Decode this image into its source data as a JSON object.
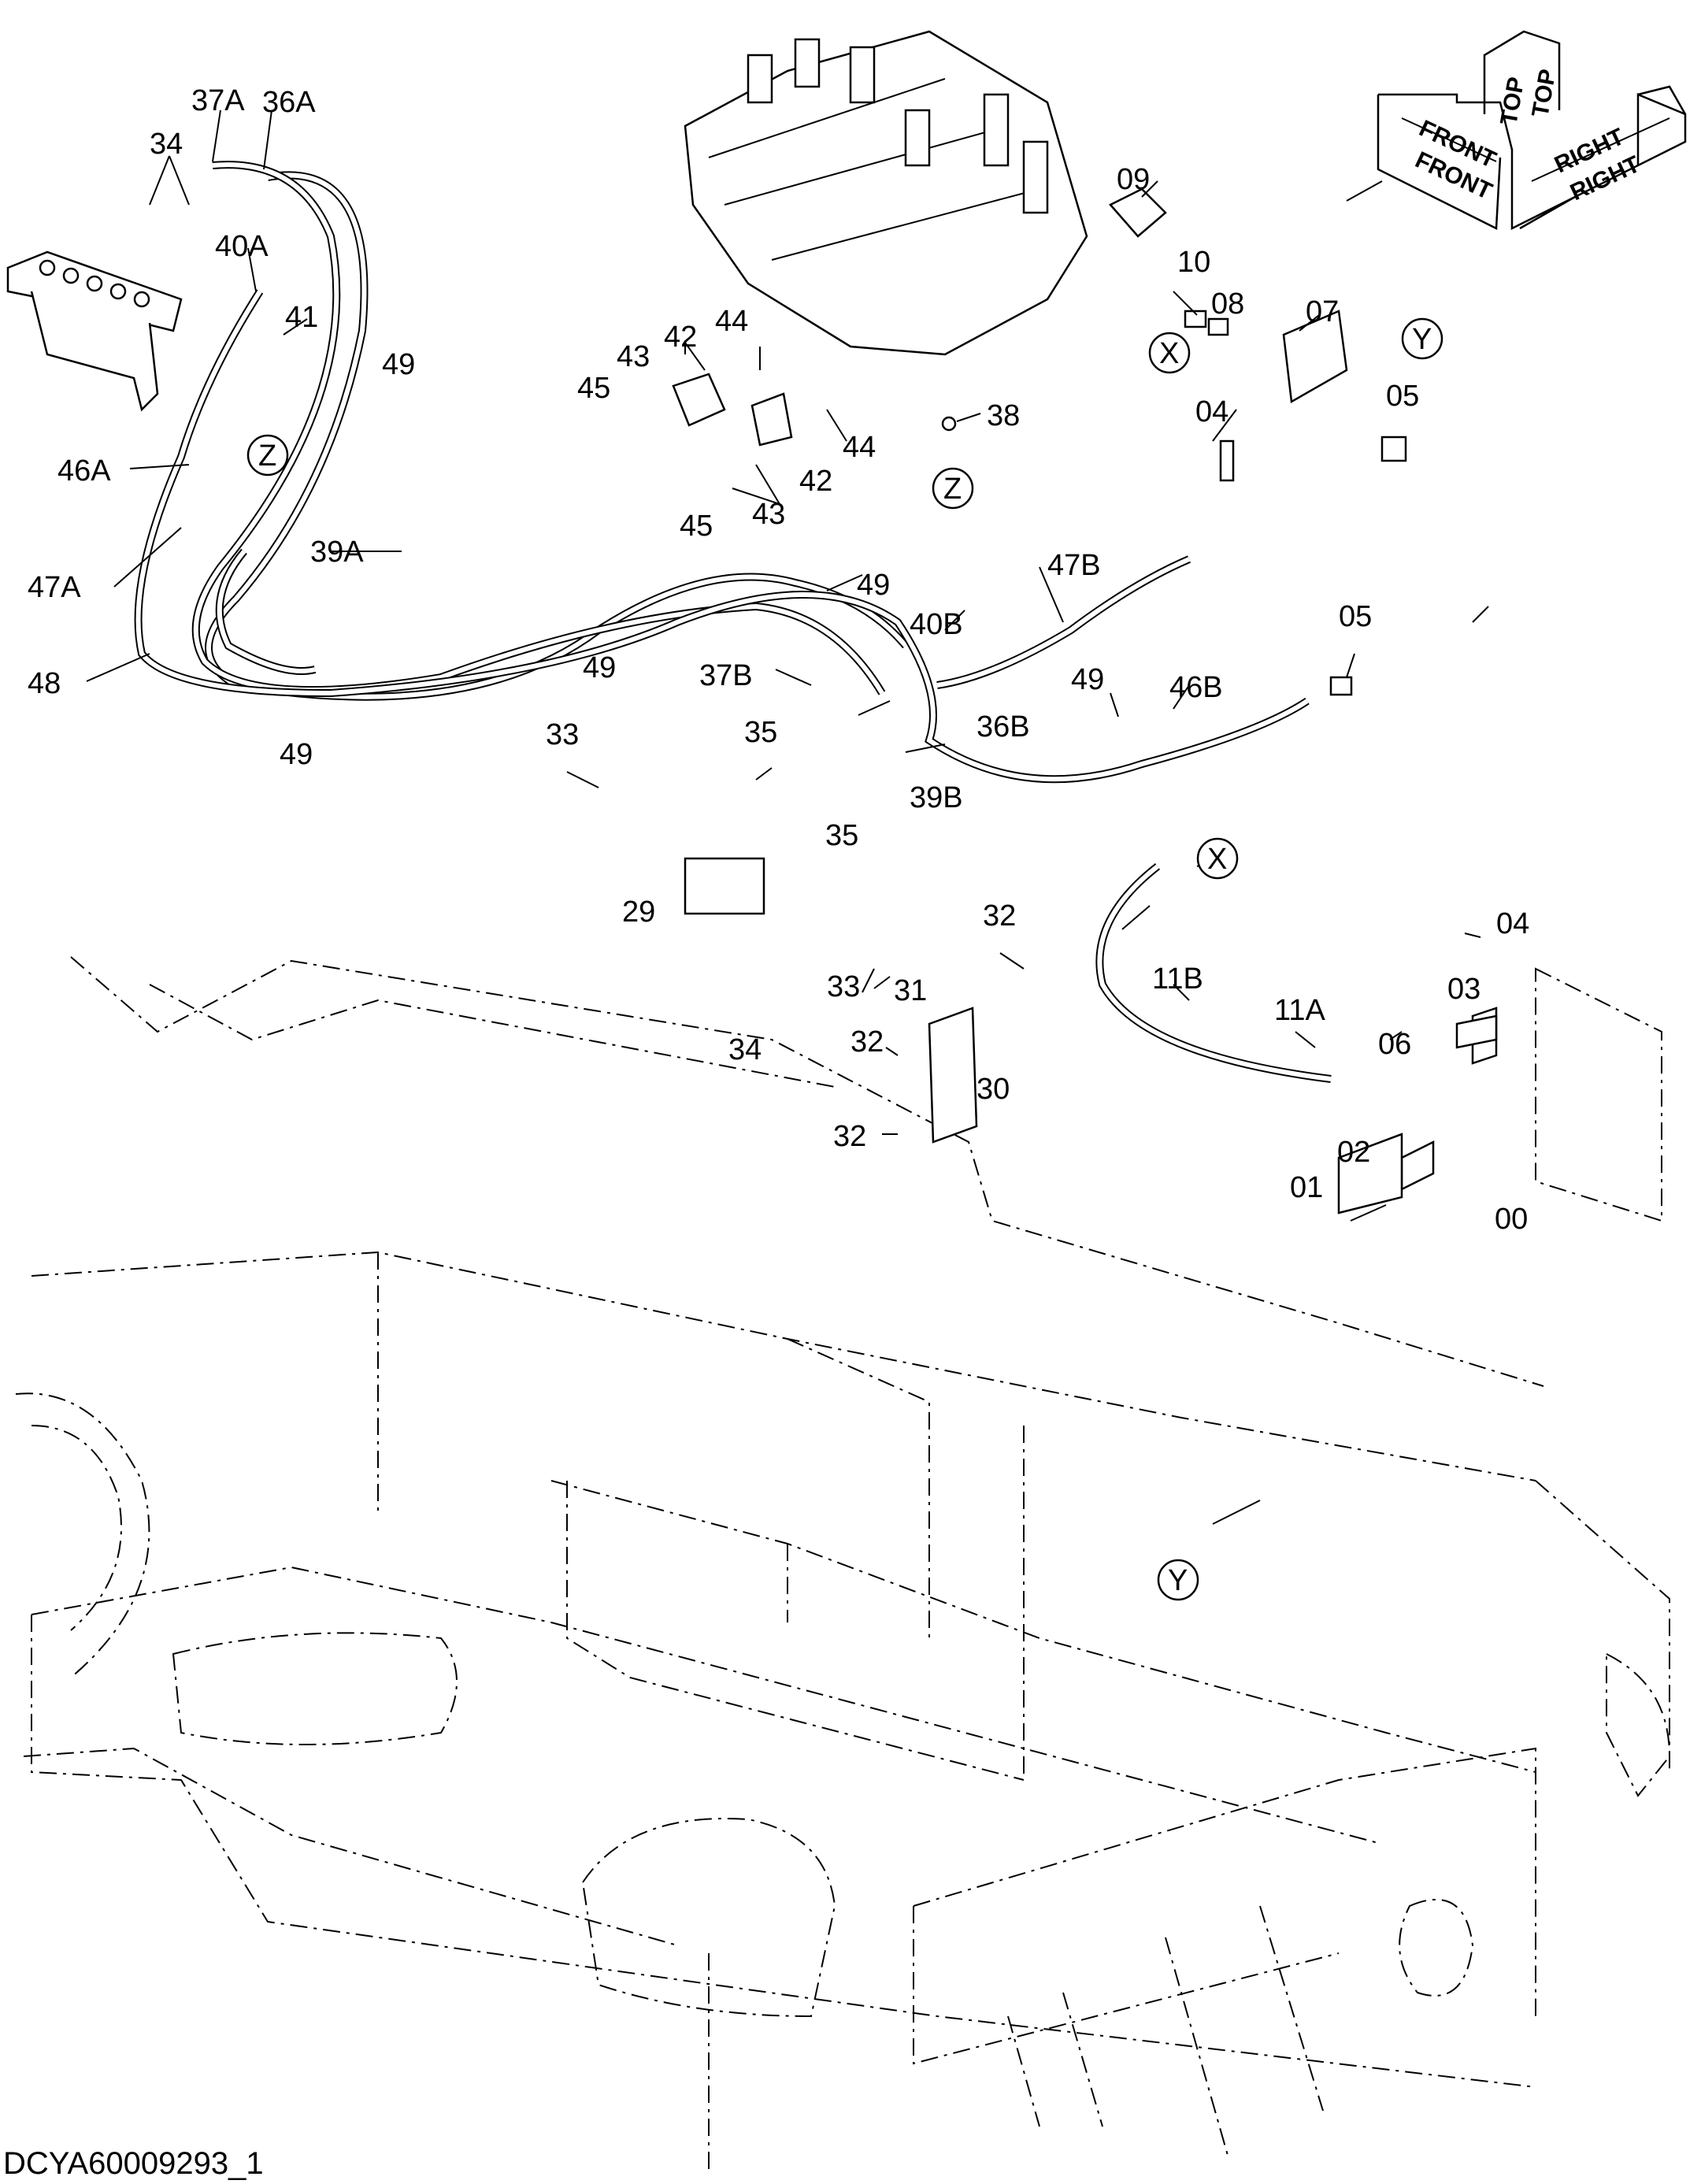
{
  "drawing_code": "DCYA60009293_1",
  "orientation": {
    "top_1": "TOP",
    "top_2": "TOP",
    "front_1": "FRONT",
    "front_2": "FRONT",
    "right_1": "RIGHT",
    "right_2": "RIGHT"
  },
  "callouts": {
    "c00": "00",
    "c01": "01",
    "c02": "02",
    "c03": "03",
    "c04a": "04",
    "c04b": "04",
    "c05a": "05",
    "c05b": "05",
    "c06": "06",
    "c07": "07",
    "c08": "08",
    "c09": "09",
    "c10": "10",
    "c11a": "11A",
    "c11b": "11B",
    "c29": "29",
    "c30": "30",
    "c31": "31",
    "c32a": "32",
    "c32b": "32",
    "c32c": "32",
    "c33a": "33",
    "c33b": "33",
    "c34a": "34",
    "c34b": "34",
    "c35a": "35",
    "c35b": "35",
    "c36a": "36A",
    "c36b": "36B",
    "c37a": "37A",
    "c37b": "37B",
    "c38": "38",
    "c39a": "39A",
    "c39b": "39B",
    "c40a": "40A",
    "c40b": "40B",
    "c41": "41",
    "c42a": "42",
    "c42b": "42",
    "c43a": "43",
    "c43b": "43",
    "c44a": "44",
    "c44b": "44",
    "c45a": "45",
    "c45b": "45",
    "c46a": "46A",
    "c46b": "46B",
    "c47a": "47A",
    "c47b": "47B",
    "c48": "48",
    "c49a": "49",
    "c49b": "49",
    "c49c": "49",
    "c49d": "49",
    "c49e": "49"
  },
  "connection_markers": {
    "x1": "X",
    "x2": "X",
    "y1": "Y",
    "y2": "Y",
    "z1": "Z",
    "z2": "Z"
  }
}
